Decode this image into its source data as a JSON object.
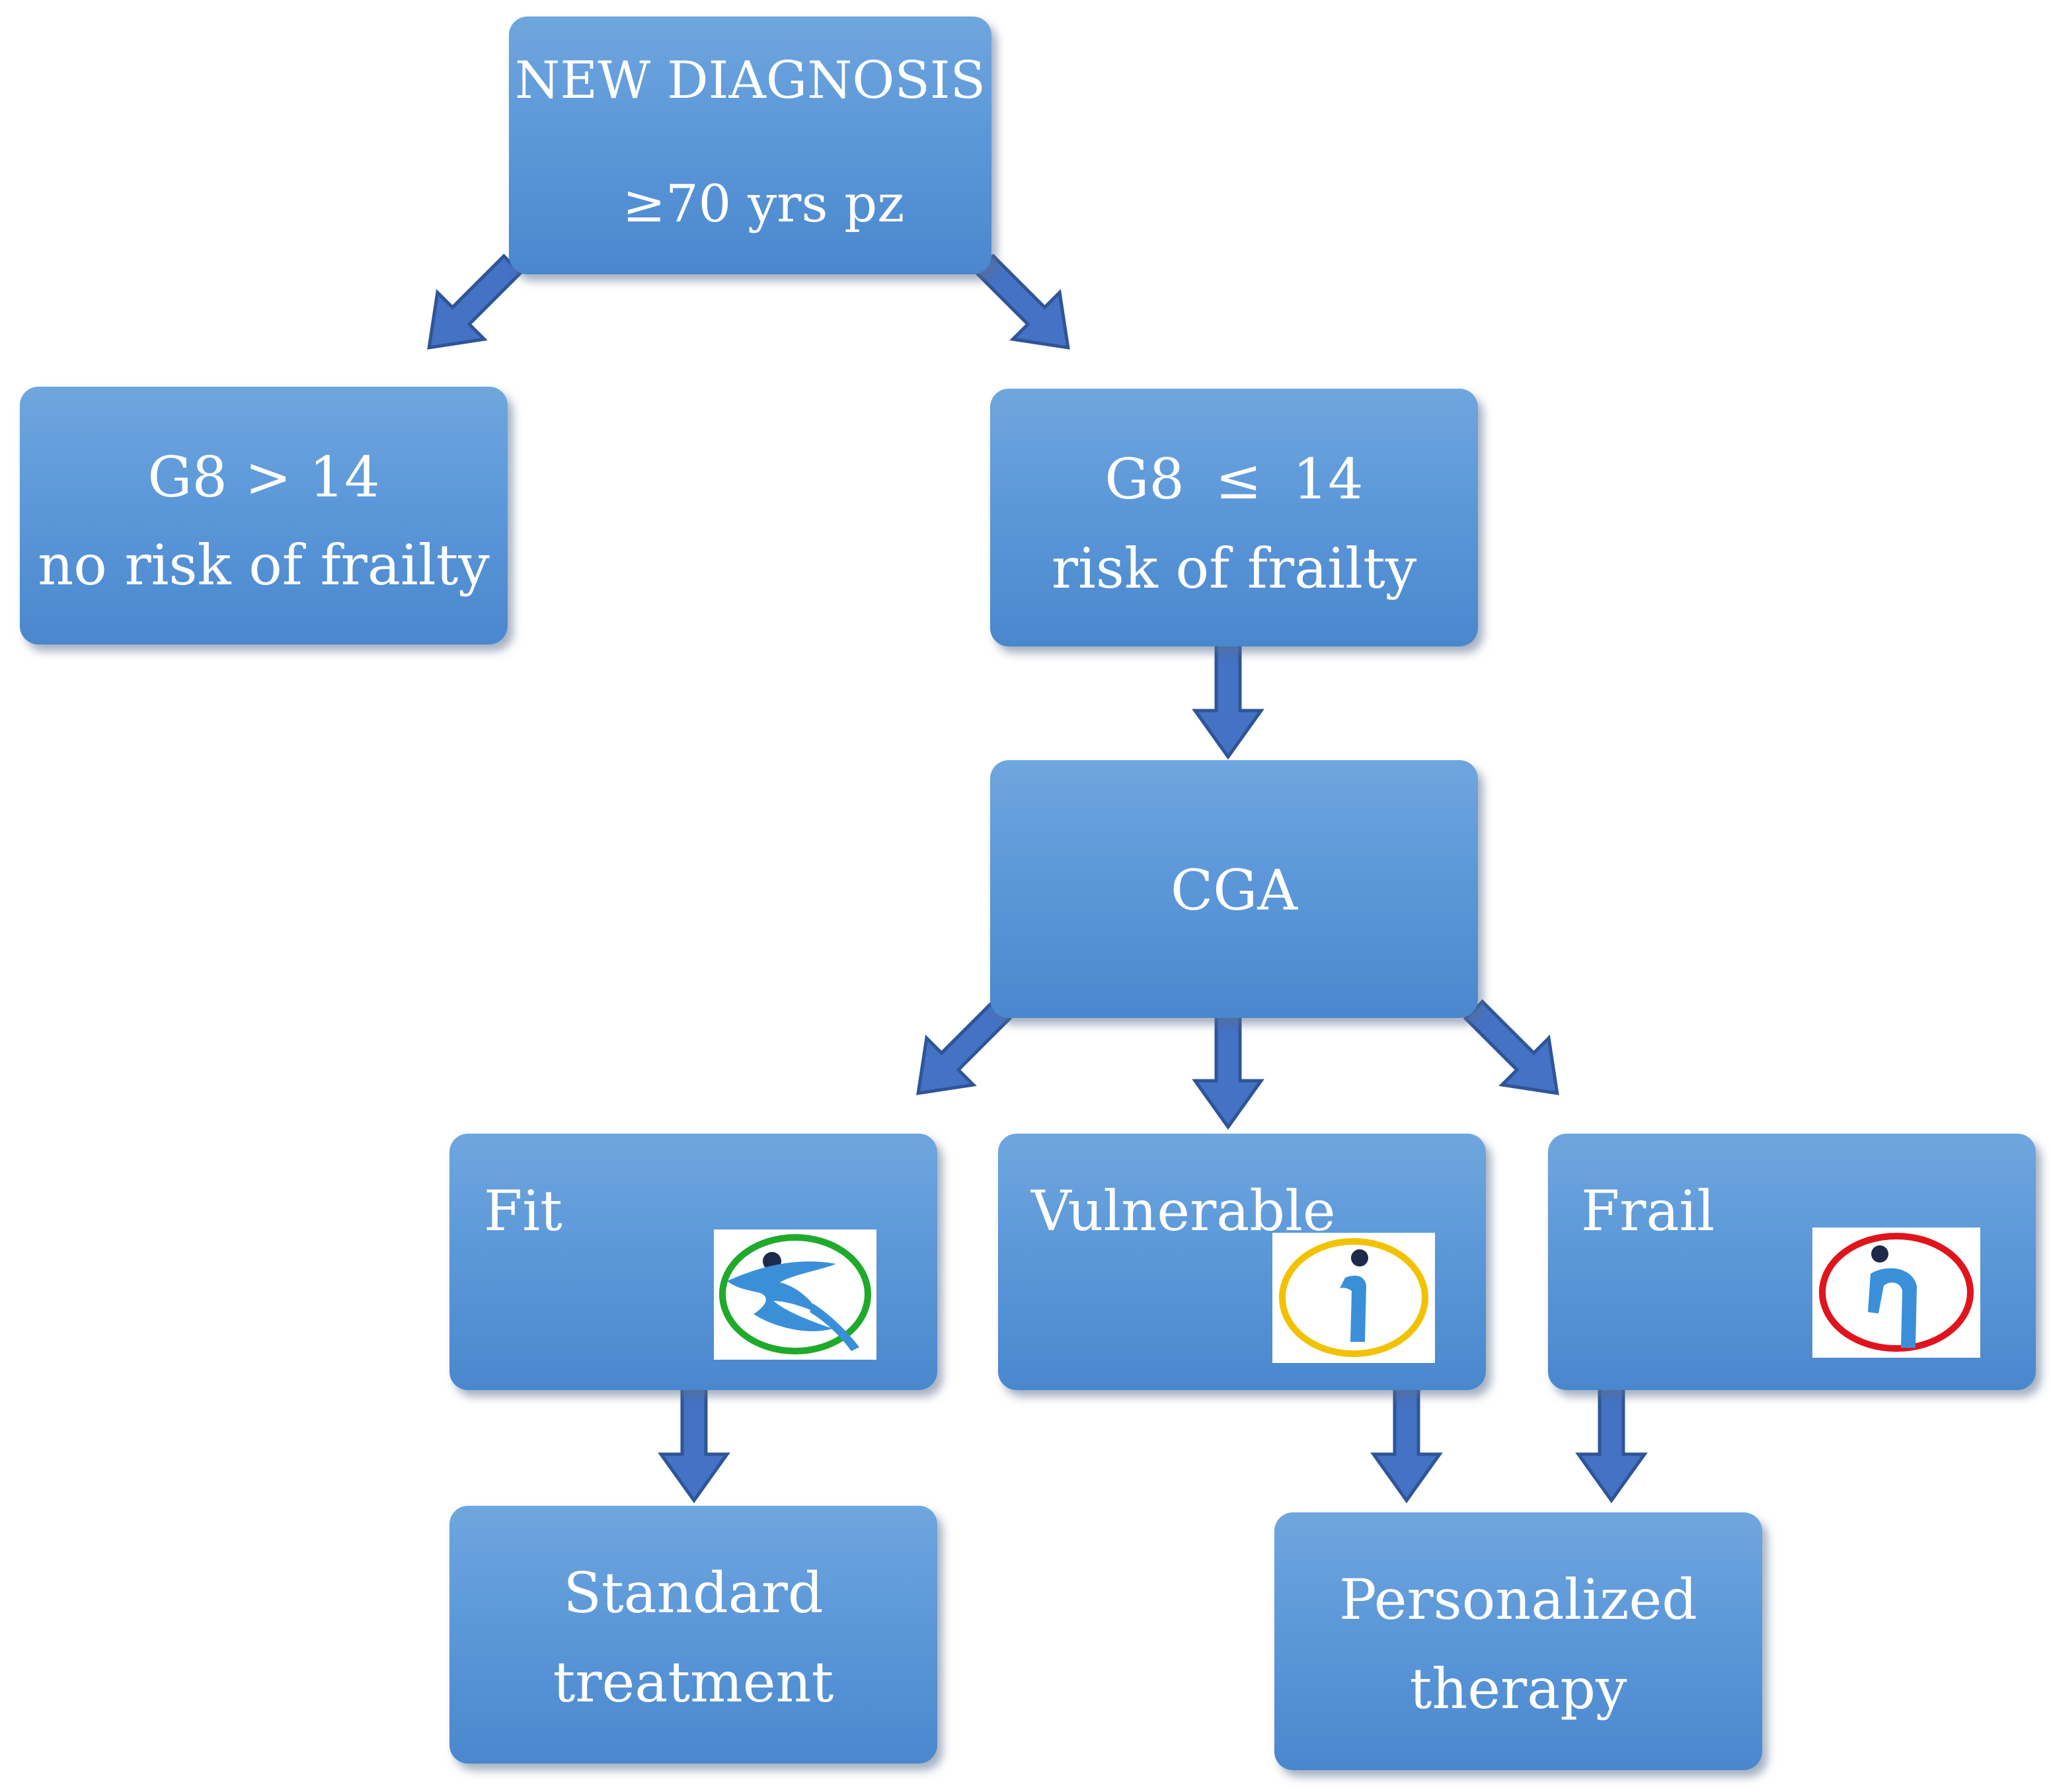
{
  "nodes": {
    "new_diagnosis": {
      "line1": "NEW DIAGNOSIS",
      "line2": "≥70 yrs pz"
    },
    "no_risk": {
      "line1": "G8 > 14",
      "line2": "no risk of frailty"
    },
    "risk": {
      "line1": "G8 ≤ 14",
      "line2": "risk of frailty"
    },
    "cga": {
      "label": "CGA"
    },
    "fit": {
      "label": "Fit",
      "icon": "fit-runner-icon",
      "ring_color": "#1faa2b"
    },
    "vulnerable": {
      "label": "Vulnerable",
      "icon": "vulnerable-person-icon",
      "ring_color": "#f2c200"
    },
    "frail": {
      "label": "Frail",
      "icon": "frail-person-icon",
      "ring_color": "#e0141c"
    },
    "standard": {
      "line1": "Standard",
      "line2": "treatment"
    },
    "personalized": {
      "line1": "Personalized",
      "line2": "therapy"
    }
  },
  "colors": {
    "node_fill": "#5b97d8",
    "arrow_fill": "#4472c4",
    "figure_blue": "#3b8fd9"
  }
}
